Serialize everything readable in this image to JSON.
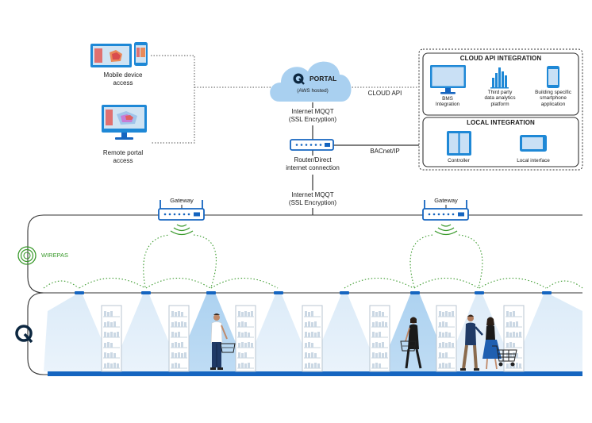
{
  "colors": {
    "brand_blue": "#1565c0",
    "light_blue": "#a9d0f0",
    "pale_blue": "#e2eff9",
    "wirepas_green": "#3a9a2c",
    "line_dark": "#333333"
  },
  "devices": {
    "mobile_label": "Mobile device\naccess",
    "remote_label": "Remote portal\naccess"
  },
  "portal": {
    "name": "PORTAL",
    "hosting": "(AWS hosted)",
    "cloud_api_label": "CLOUD API"
  },
  "connections": {
    "upper_protocol": "Internet MQQT\n(SSL Encryption)",
    "router_label": "Router/Direct\ninternet connection",
    "bacnet_label": "BACnet/IP",
    "lower_protocol": "Internet MQQT\n(SSL Encryption)"
  },
  "cloud_api_integration": {
    "title": "CLOUD API INTEGRATION",
    "items": [
      {
        "label": "BMS\nIntegration",
        "icon": "monitor-icon"
      },
      {
        "label": "Third party\ndata analytics\nplatform",
        "icon": "bar-chart-icon"
      },
      {
        "label": "Building specific\nsmartphone\napplication",
        "icon": "smartphone-icon"
      }
    ]
  },
  "local_integration": {
    "title": "LOCAL INTEGRATION",
    "items": [
      {
        "label": "Controller",
        "icon": "controller-icon"
      },
      {
        "label": "Local interface",
        "icon": "tablet-icon"
      }
    ]
  },
  "mesh": {
    "gateway_left": "Gateway",
    "gateway_right": "Gateway",
    "wirepas_label": "WIREPAS"
  }
}
